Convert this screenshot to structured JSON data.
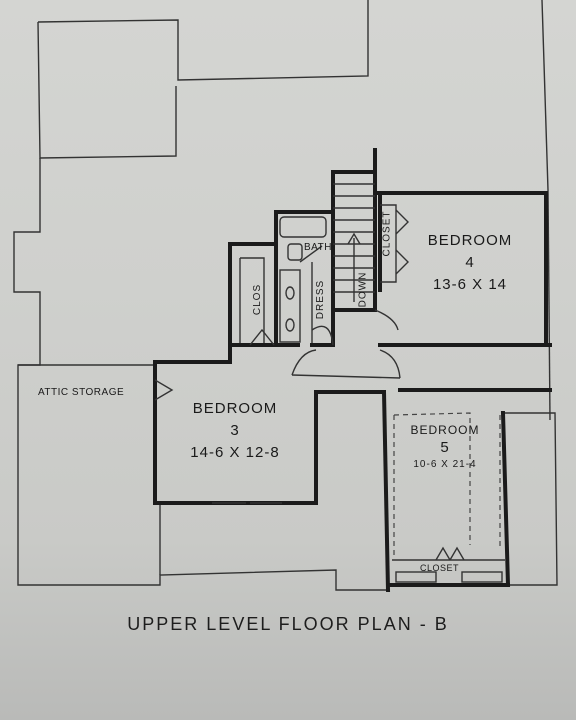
{
  "rooms": {
    "bedroom4": {
      "name": "BEDROOM",
      "number": "4",
      "size": "13-6 X 14"
    },
    "bedroom3": {
      "name": "BEDROOM",
      "number": "3",
      "size": "14-6 X 12-8"
    },
    "bedroom5": {
      "name": "BEDROOM",
      "number": "5",
      "size": "10-6 X 21-4"
    },
    "attic": "ATTIC STORAGE",
    "bath": "BATH",
    "clos": "CLOS",
    "dress": "DRESS",
    "down": "DOWN",
    "closet_vertical": "CLOSET",
    "closet_bottom": "CLOSET"
  },
  "title": "UPPER LEVEL FLOOR PLAN - B",
  "colors": {
    "ink": "#1b1b1b",
    "paper": "#d2d3d0"
  }
}
